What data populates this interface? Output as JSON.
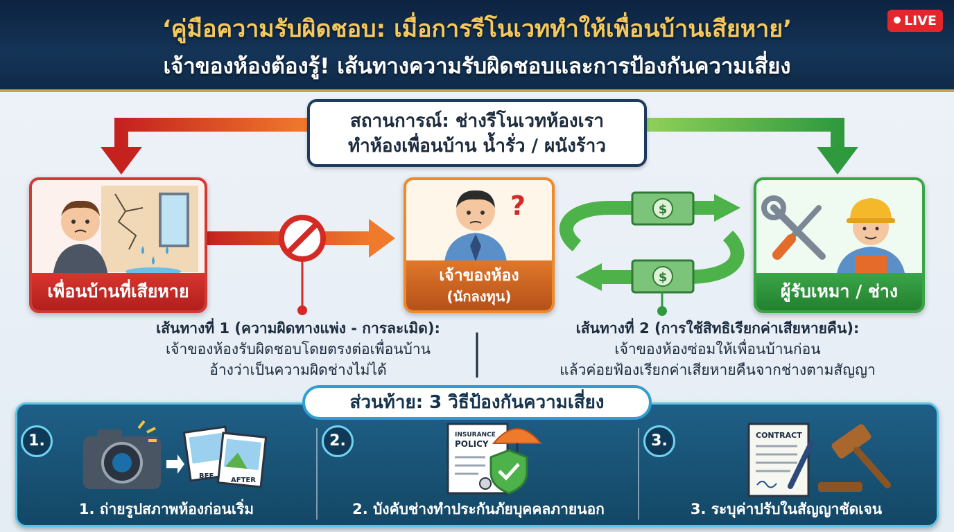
{
  "header": {
    "title": "‘คู่มือความรับผิดชอบ: เมื่อการรีโนเวททำให้เพื่อนบ้านเสียหาย’",
    "subtitle": "เจ้าของห้องต้องรู้! เส้นทางความรับผิดชอบและการป้องกันความเสี่ยง",
    "live_label": "LIVE"
  },
  "scenario": {
    "line1": "สถานการณ์: ช่างรีโนเวทห้องเรา",
    "line2": "ทำห้องเพื่อนบ้าน น้ำรั่ว / ผนังร้าว"
  },
  "cards": {
    "neighbor": "เพื่อนบ้านที่เสียหาย",
    "owner_line1": "เจ้าของห้อง",
    "owner_line2": "(นักลงทุน)",
    "contractor": "ผู้รับเหมา / ช่าง"
  },
  "path1": {
    "heading": "เส้นทางที่ 1 (ความผิดทางแพ่ง - การละเมิด):",
    "line1": "เจ้าของห้องรับผิดชอบโดยตรงต่อเพื่อนบ้าน",
    "line2": "อ้างว่าเป็นความผิดช่างไม่ได้"
  },
  "path2": {
    "heading": "เส้นทางที่ 2 (การใช้สิทธิเรียกค่าเสียหายคืน):",
    "line1": "เจ้าของห้องซ่อมให้เพื่อนบ้านก่อน",
    "line2": "แล้วค่อยฟ้องเรียกค่าเสียหายคืนจากช่างตามสัญญา"
  },
  "prevention": {
    "title": "ส่วนท้าย: 3 วิธีป้องกันความเสี่ยง",
    "tips": [
      {
        "number": "1.",
        "label": "1. ถ่ายรูปสภาพห้องก่อนเริ่ม",
        "photo_before": "BEF",
        "photo_after": "AFTER"
      },
      {
        "number": "2.",
        "label": "2. บังคับช่างทำประกันภัยบุคคลภายนอก",
        "doc_title_1": "INSURANCE",
        "doc_title_2": "POLICY"
      },
      {
        "number": "3.",
        "label": "3. ระบุค่าปรับในสัญญาชัดเจน",
        "doc_title": "CONTRACT"
      }
    ]
  },
  "colors": {
    "header_bg": "#143457",
    "title_gold": "#f4c95d",
    "red": "#d23a35",
    "orange": "#ee8a2a",
    "green": "#3aa548",
    "panel_blue": "#1f5f87"
  }
}
